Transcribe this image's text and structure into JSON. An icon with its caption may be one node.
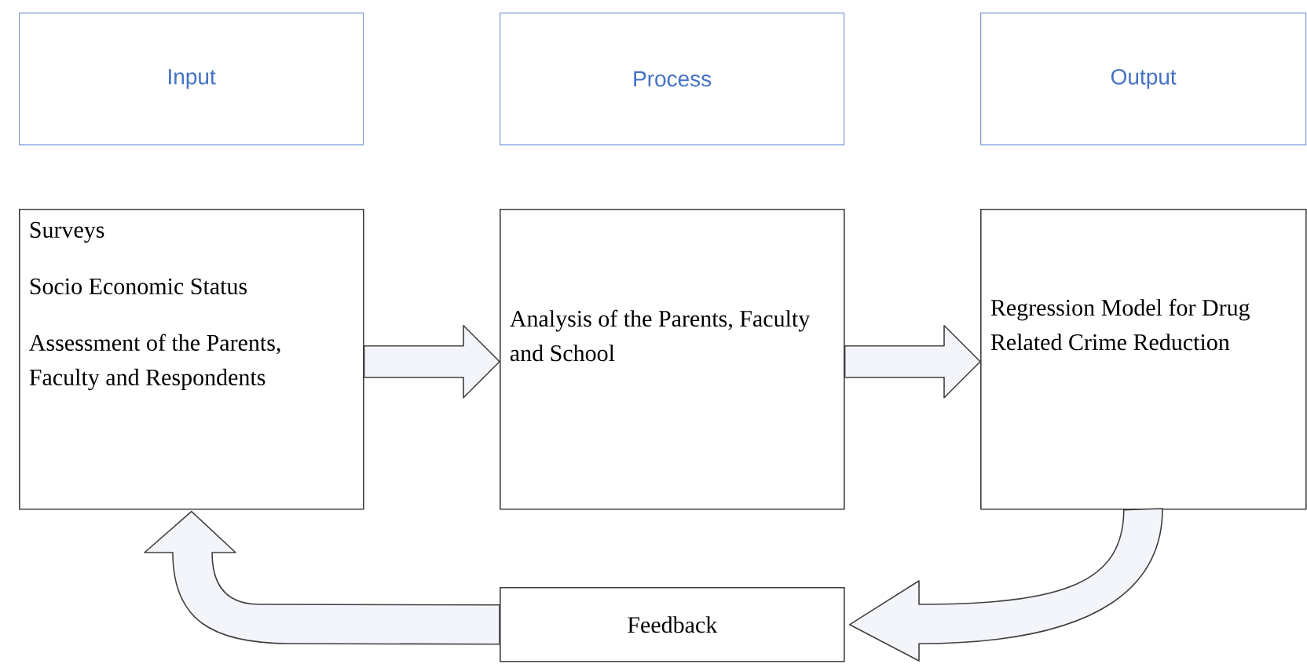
{
  "diagram": {
    "nodes": [
      {
        "text": [
          "Input"
        ]
      },
      {
        "text": [
          "Process"
        ]
      },
      {
        "text": [
          "Output"
        ]
      },
      {
        "text": [
          "Surveys",
          "Socio Economic Status",
          "Assessment of the Parents, Faculty and Respondents"
        ]
      },
      {
        "text": [
          "Analysis of the Parents, Faculty and School"
        ]
      },
      {
        "text": [
          "Regression Model for Drug Related Crime Reduction"
        ]
      },
      {
        "text": [
          "Feedback"
        ]
      }
    ],
    "edges": [
      {
        "from": 3,
        "to": 4,
        "arrow": "to"
      },
      {
        "from": 4,
        "to": 5,
        "arrow": "to"
      },
      {
        "from": 5,
        "to": 6,
        "arrow": "to"
      },
      {
        "from": 6,
        "to": 3,
        "arrow": "to"
      }
    ]
  }
}
